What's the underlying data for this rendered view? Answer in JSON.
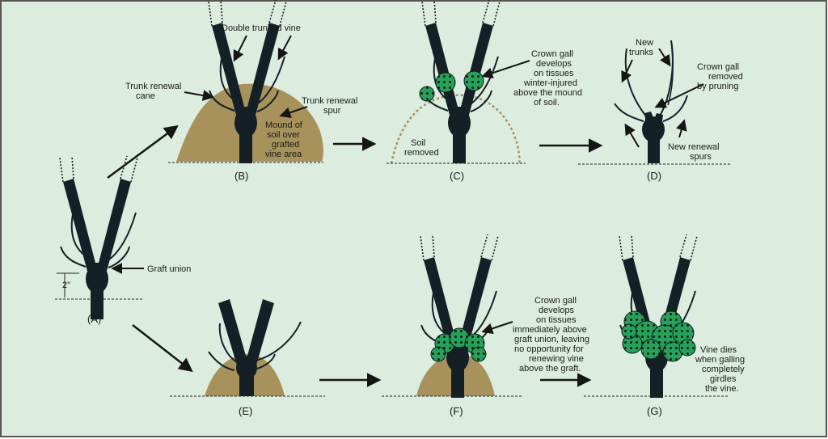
{
  "colors": {
    "background": "#dcecdf",
    "border": "#555555",
    "vine": "#152026",
    "soil": "#a8925c",
    "gall": "#27a05a",
    "gall_dot": "#0e1f18"
  },
  "panels": {
    "a": "(A)",
    "b": "(B)",
    "c": "(C)",
    "d": "(D)",
    "e": "(E)",
    "f": "(F)",
    "g": "(G)"
  },
  "labels": {
    "double_trunked_vine": "Double trunked vine",
    "trunk_renewal_cane": [
      "Trunk renewal",
      "cane"
    ],
    "trunk_renewal_spur": [
      "Trunk renewal",
      "spur"
    ],
    "mound_of_soil": [
      "Mound of",
      "soil over",
      "grafted",
      "vine area"
    ],
    "graft_union": "Graft union",
    "two_inch": "2\"",
    "crown_gall_c": [
      "Crown gall",
      "develops",
      "on tissues",
      "winter-injured",
      "above the mound",
      "of soil."
    ],
    "soil_removed": [
      "Soil",
      "removed"
    ],
    "new_trunks": [
      "New",
      "trunks"
    ],
    "crown_gall_removed": [
      "Crown gall",
      "removed",
      "by pruning"
    ],
    "new_renewal_spurs": [
      "New renewal",
      "spurs"
    ],
    "crown_gall_f": [
      "Crown gall",
      "develops",
      "on tissues",
      "immediately above",
      "graft union, leaving",
      "no opportunity for",
      "renewing vine",
      "above the graft."
    ],
    "vine_dies": [
      "Vine dies",
      "when galling",
      "completely",
      "girdles",
      "the vine."
    ]
  }
}
